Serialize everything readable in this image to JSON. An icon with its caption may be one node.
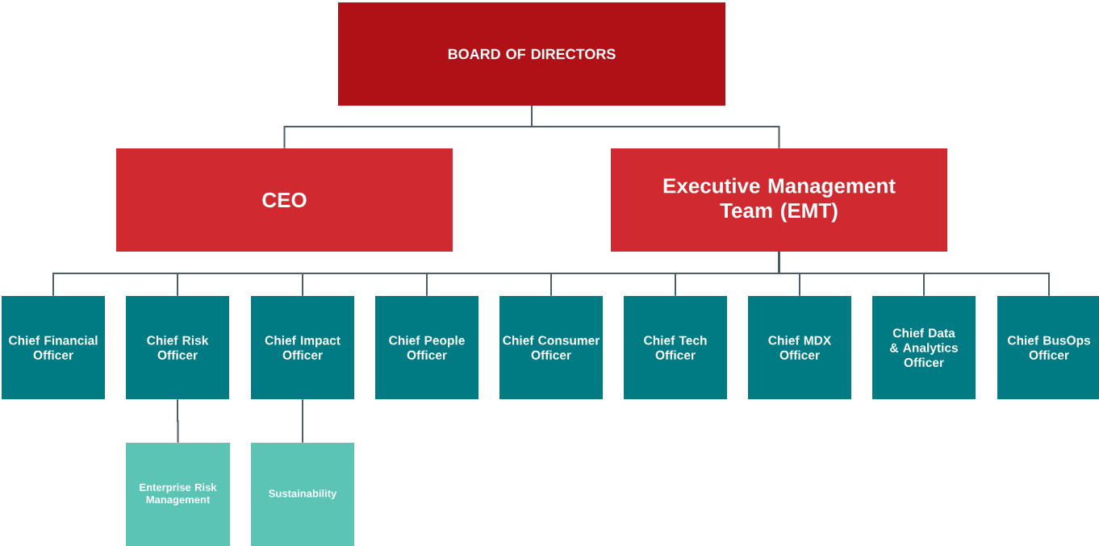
{
  "diagram": {
    "nodes": [
      {
        "text": [
          "BOARD OF DIRECTORS"
        ]
      },
      {
        "text": [
          "CEO"
        ]
      },
      {
        "text": [
          "Executive Management Team (EMT)"
        ]
      },
      {
        "text": [
          "Chief Financial Officer"
        ]
      },
      {
        "text": [
          "Chief Risk Officer"
        ]
      },
      {
        "text": [
          "Chief Impact Officer"
        ]
      },
      {
        "text": [
          "Chief People Officer"
        ]
      },
      {
        "text": [
          "Chief Consumer Officer"
        ]
      },
      {
        "text": [
          "Chief Tech Officer"
        ]
      },
      {
        "text": [
          "Chief MDX Officer"
        ]
      },
      {
        "text": [
          "Chief Data & Analytics Officer"
        ]
      },
      {
        "text": [
          "Chief BusOps Officer"
        ]
      },
      {
        "text": [
          "Enterprise Risk Management"
        ]
      },
      {
        "text": [
          "Sustainability"
        ]
      }
    ],
    "edges": [
      {
        "from": 0,
        "to": 1,
        "arrow": "none"
      },
      {
        "from": 0,
        "to": 2,
        "arrow": "none"
      },
      {
        "from": 2,
        "to": 3,
        "arrow": "none"
      },
      {
        "from": 2,
        "to": 4,
        "arrow": "none"
      },
      {
        "from": 2,
        "to": 5,
        "arrow": "none"
      },
      {
        "from": 2,
        "to": 6,
        "arrow": "none"
      },
      {
        "from": 2,
        "to": 7,
        "arrow": "none"
      },
      {
        "from": 2,
        "to": 8,
        "arrow": "none"
      },
      {
        "from": 2,
        "to": 9,
        "arrow": "none"
      },
      {
        "from": 2,
        "to": 10,
        "arrow": "none"
      },
      {
        "from": 2,
        "to": 11,
        "arrow": "none"
      },
      {
        "from": 4,
        "to": 12,
        "arrow": "none"
      },
      {
        "from": 5,
        "to": 13,
        "arrow": "none"
      }
    ]
  }
}
